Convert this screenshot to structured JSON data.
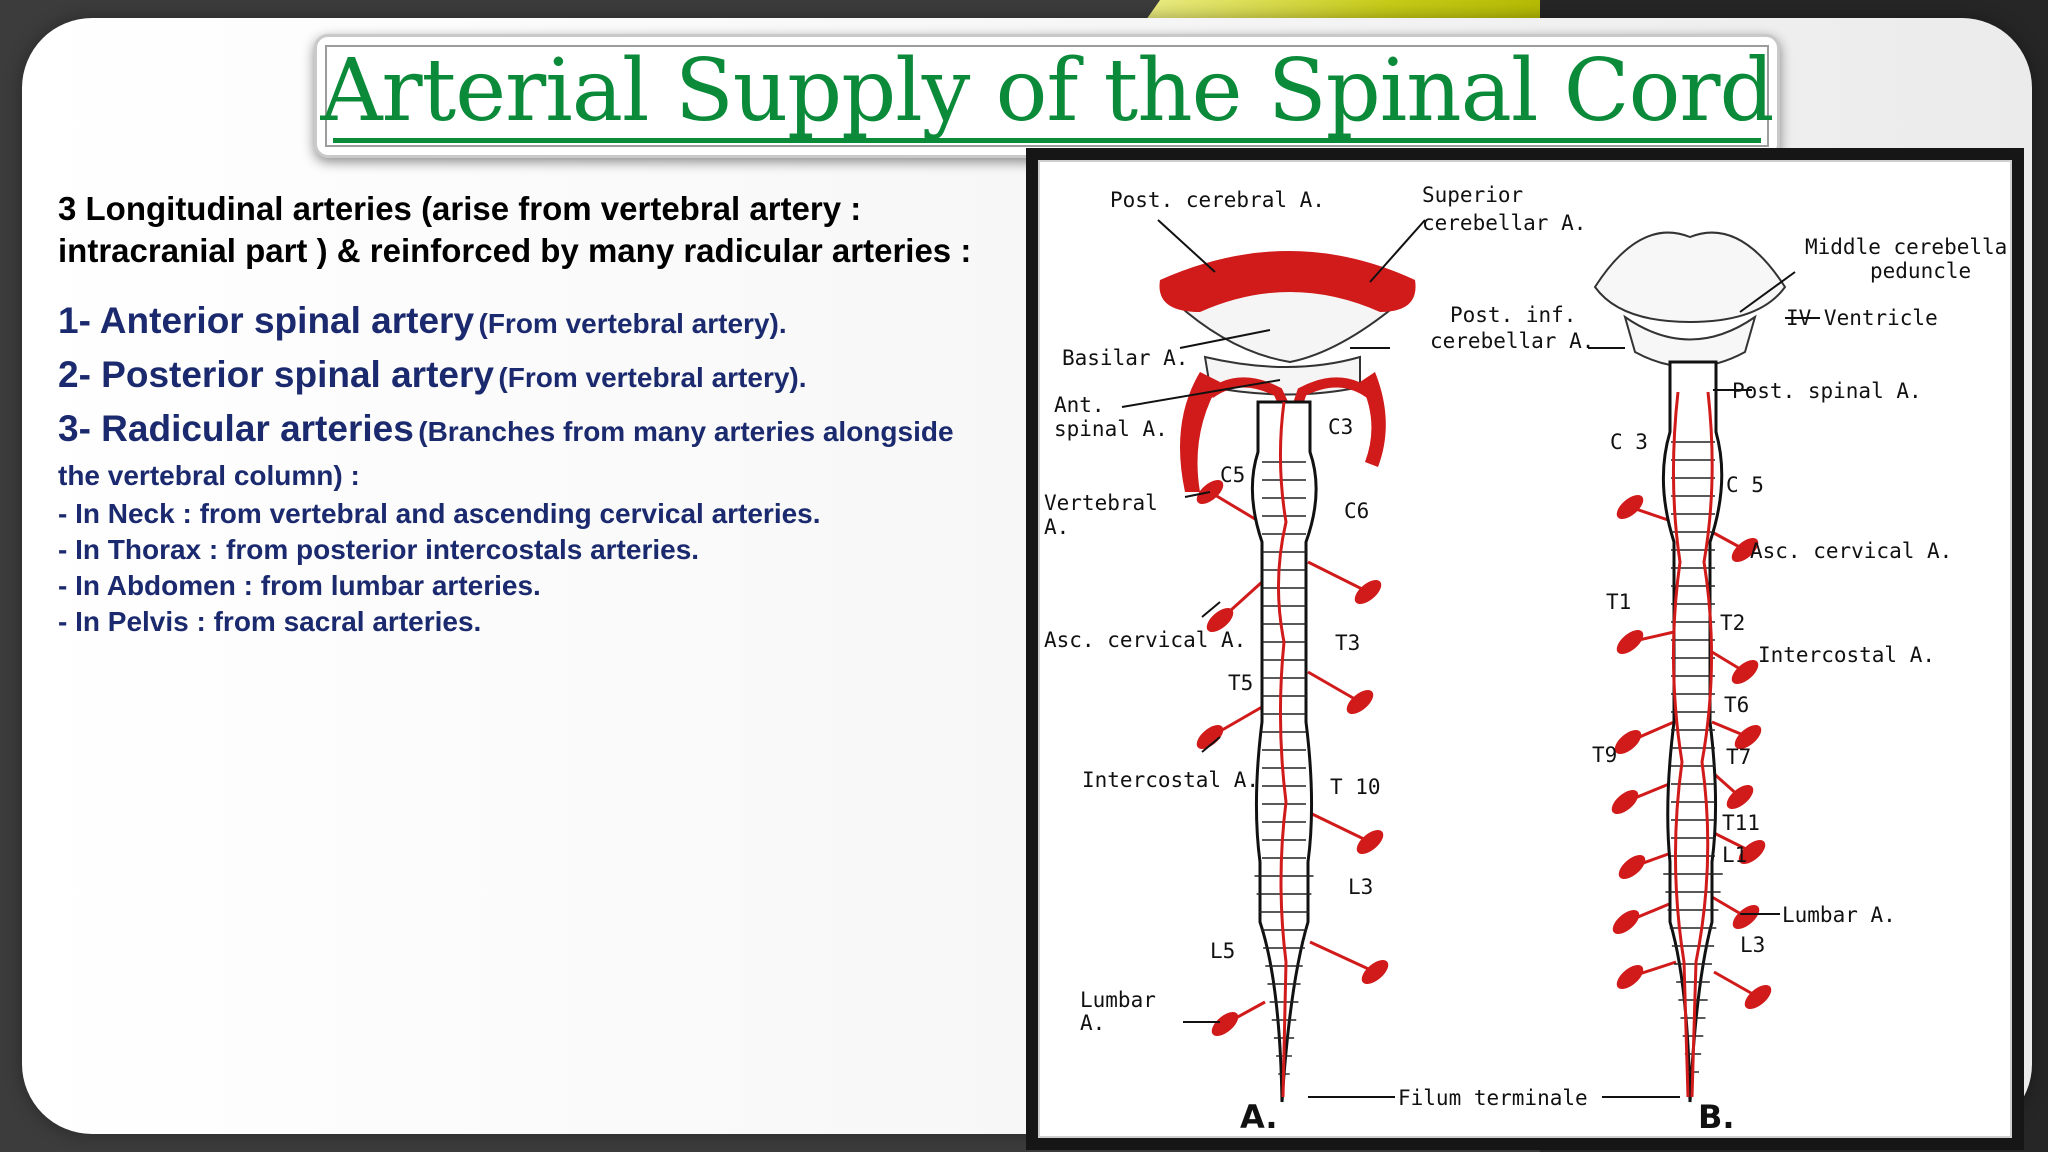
{
  "title": "Arterial Supply of the Spinal Cord",
  "intro": {
    "line1": "3 Longitudinal arteries (arise from vertebral artery :",
    "line2": "intracranial part ) & reinforced by many radicular arteries :"
  },
  "items": [
    {
      "main": "1- Anterior spinal artery",
      "note": "(From vertebral artery)."
    },
    {
      "main": "2- Posterior spinal artery",
      "note": "(From vertebral artery)."
    },
    {
      "main": "3- Radicular arteries",
      "note": "(Branches from many arteries alongside",
      "cont": "the vertebral column) :"
    }
  ],
  "subitems": [
    "- In Neck : from vertebral and ascending cervical arteries.",
    "- In Thorax : from posterior intercostals arteries.",
    "- In Abdomen : from lumbar arteries.",
    "- In Pelvis : from sacral arteries."
  ],
  "figure": {
    "labels": {
      "post_cerebral": "Post. cerebral A.",
      "superior_cerebellar_1": "Superior",
      "superior_cerebellar_2": "cerebellar A.",
      "middle_cerebellar_1": "Middle cerebellar",
      "middle_cerebellar_2": "peduncle",
      "iv_ventricle": "IV Ventricle",
      "post_inf_1": "Post. inf.",
      "post_inf_2": "cerebellar A.",
      "basilar": "Basilar A.",
      "ant_spinal_1": "Ant.",
      "ant_spinal_2": "spinal A.",
      "post_spinal": "Post. spinal A.",
      "vertebral_1": "Vertebral",
      "vertebral_2": "A.",
      "asc_cervical_a": "Asc. cervical A.",
      "asc_cervical_b": "Asc. cervical A.",
      "intercostal_a": "Intercostal A.",
      "intercostal_b": "Intercostal A.",
      "lumbar_a_1": "Lumbar",
      "lumbar_a_2": "A.",
      "lumbar_b": "Lumbar A.",
      "filum": "Filum terminale",
      "panel_a": "A.",
      "panel_b": "B.",
      "seg_a": [
        "C3",
        "C5",
        "C6",
        "T3",
        "T5",
        "T 10",
        "L3",
        "L5"
      ],
      "seg_b": [
        "C 3",
        "C 5",
        "T1",
        "T2",
        "T6",
        "T9",
        "T7",
        "T11",
        "L1",
        "L3"
      ]
    },
    "colors": {
      "artery": "#d11a1a"
    }
  }
}
